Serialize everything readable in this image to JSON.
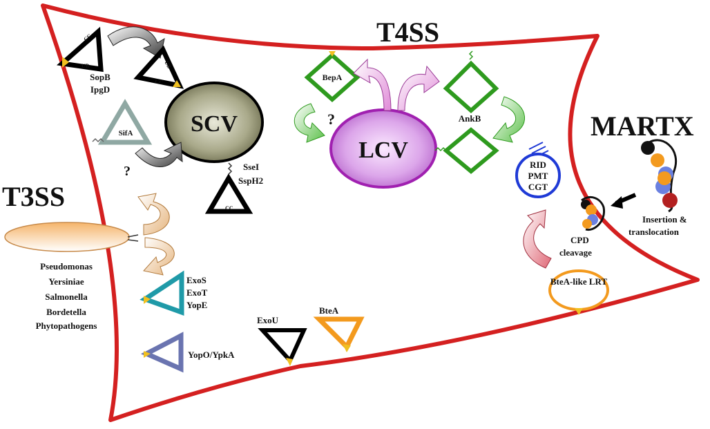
{
  "systems": {
    "t3ss": "T3SS",
    "t4ss": "T4SS",
    "martx": "MARTX"
  },
  "vacuoles": {
    "scv": "SCV",
    "lcv": "LCV"
  },
  "t3ss_organisms": [
    "Pseudomonas",
    "Yersiniae",
    "Salmonella",
    "Bordetella",
    "Phytopathogens"
  ],
  "effectors": {
    "sopb": "SopB",
    "ipgd": "IpgD",
    "sifa": "SifA",
    "ssei": "SseI",
    "ssph2": "SspH2",
    "exos": "ExoS",
    "exot": "ExoT",
    "yope": "YopE",
    "yopo": "YopO/YpkA",
    "exou": "ExoU",
    "btea": "BteA",
    "bepa": "BepA",
    "ankb": "AnkB",
    "rid": "RID",
    "pmt": "PMT",
    "cgt": "CGT",
    "btea_like": "BteA-like LRT",
    "cpd1": "CPD",
    "cpd2": "cleavage",
    "insertion1": "Insertion &",
    "insertion2": "translocation"
  },
  "domain_labels": {
    "ub": "UB",
    "cc": "CC"
  },
  "question_mark": "?",
  "colors": {
    "cell_border": "#d42020",
    "scv_fill": "#6f6f50",
    "lcv_fill": "#c878d8",
    "lcv_border": "#a020b0",
    "green": "#2e9a1e",
    "teal": "#1f9aa8",
    "slate": "#6a74b0",
    "orange": "#f39a1e",
    "blue": "#1f3ad6",
    "yellow": "#f0c020",
    "sifa": "#8fa8a3"
  }
}
